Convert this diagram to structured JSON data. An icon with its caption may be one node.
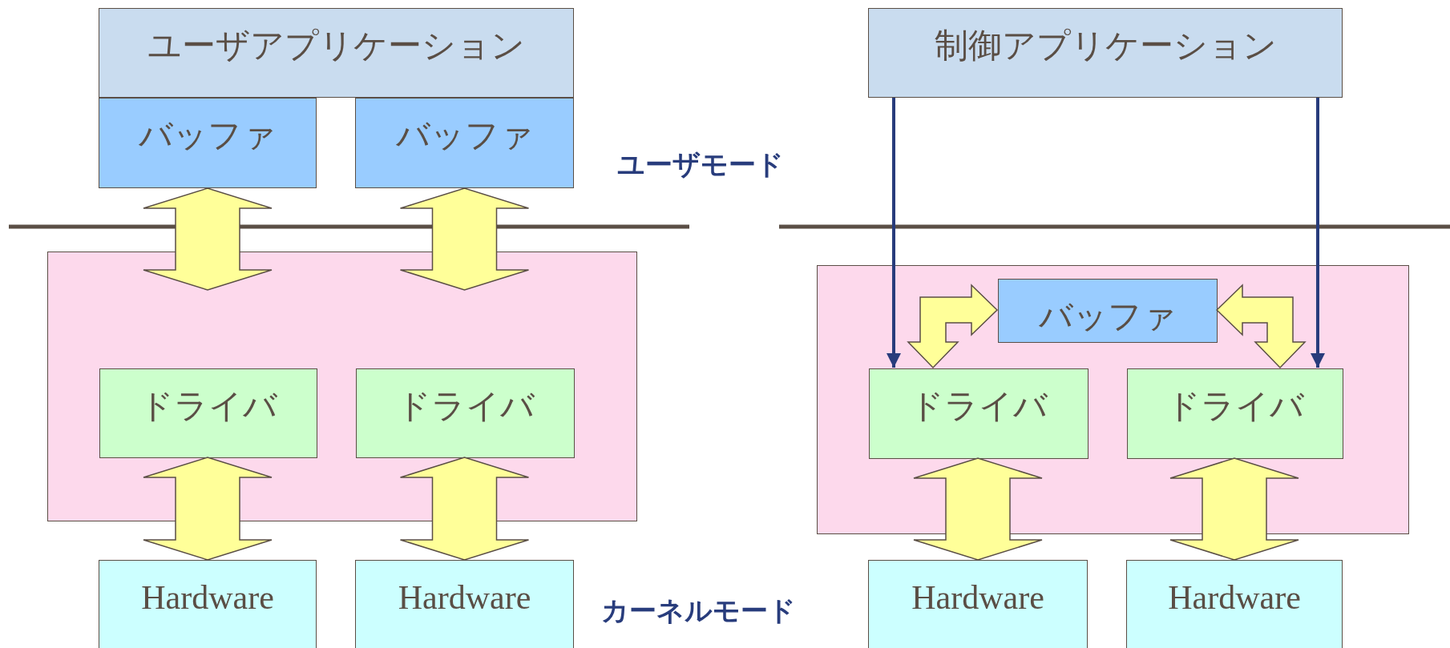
{
  "diagram": {
    "nodes": [
      {
        "text": [
          "ユーザアプリケーション"
        ]
      },
      {
        "text": [
          "バッファ"
        ]
      },
      {
        "text": [
          "バッファ"
        ]
      },
      {
        "text": [],
        "shape": "box"
      },
      {
        "text": [
          "ドライバ"
        ],
        "in": 3
      },
      {
        "text": [
          "ドライバ"
        ],
        "in": 3
      },
      {
        "text": [
          "Hardware"
        ]
      },
      {
        "text": [
          "Hardware"
        ]
      },
      {
        "text": [
          "制御アプリケーション"
        ]
      },
      {
        "text": [],
        "shape": "box"
      },
      {
        "text": [
          "バッファ"
        ],
        "in": 9
      },
      {
        "text": [
          "ドライバ"
        ],
        "in": 9
      },
      {
        "text": [
          "ドライバ"
        ],
        "in": 9
      },
      {
        "text": [
          "Hardware"
        ]
      },
      {
        "text": [
          "Hardware"
        ]
      }
    ],
    "edges": [
      {
        "from": 1,
        "to": 3,
        "arrow": "both"
      },
      {
        "from": 2,
        "to": 3,
        "arrow": "both"
      },
      {
        "from": 4,
        "to": 6,
        "arrow": "both"
      },
      {
        "from": 5,
        "to": 7,
        "arrow": "both"
      },
      {
        "from": 8,
        "to": 11,
        "arrow": "to",
        "color": "#283c7c"
      },
      {
        "from": 8,
        "to": 12,
        "arrow": "to",
        "color": "#283c7c"
      },
      {
        "from": 10,
        "to": 11,
        "arrow": "both"
      },
      {
        "from": 10,
        "to": 12,
        "arrow": "both"
      },
      {
        "from": 11,
        "to": 13,
        "arrow": "both"
      },
      {
        "from": 12,
        "to": 14,
        "arrow": "both"
      }
    ],
    "labels": [
      "ユーザモード",
      "カーネルモード"
    ]
  }
}
